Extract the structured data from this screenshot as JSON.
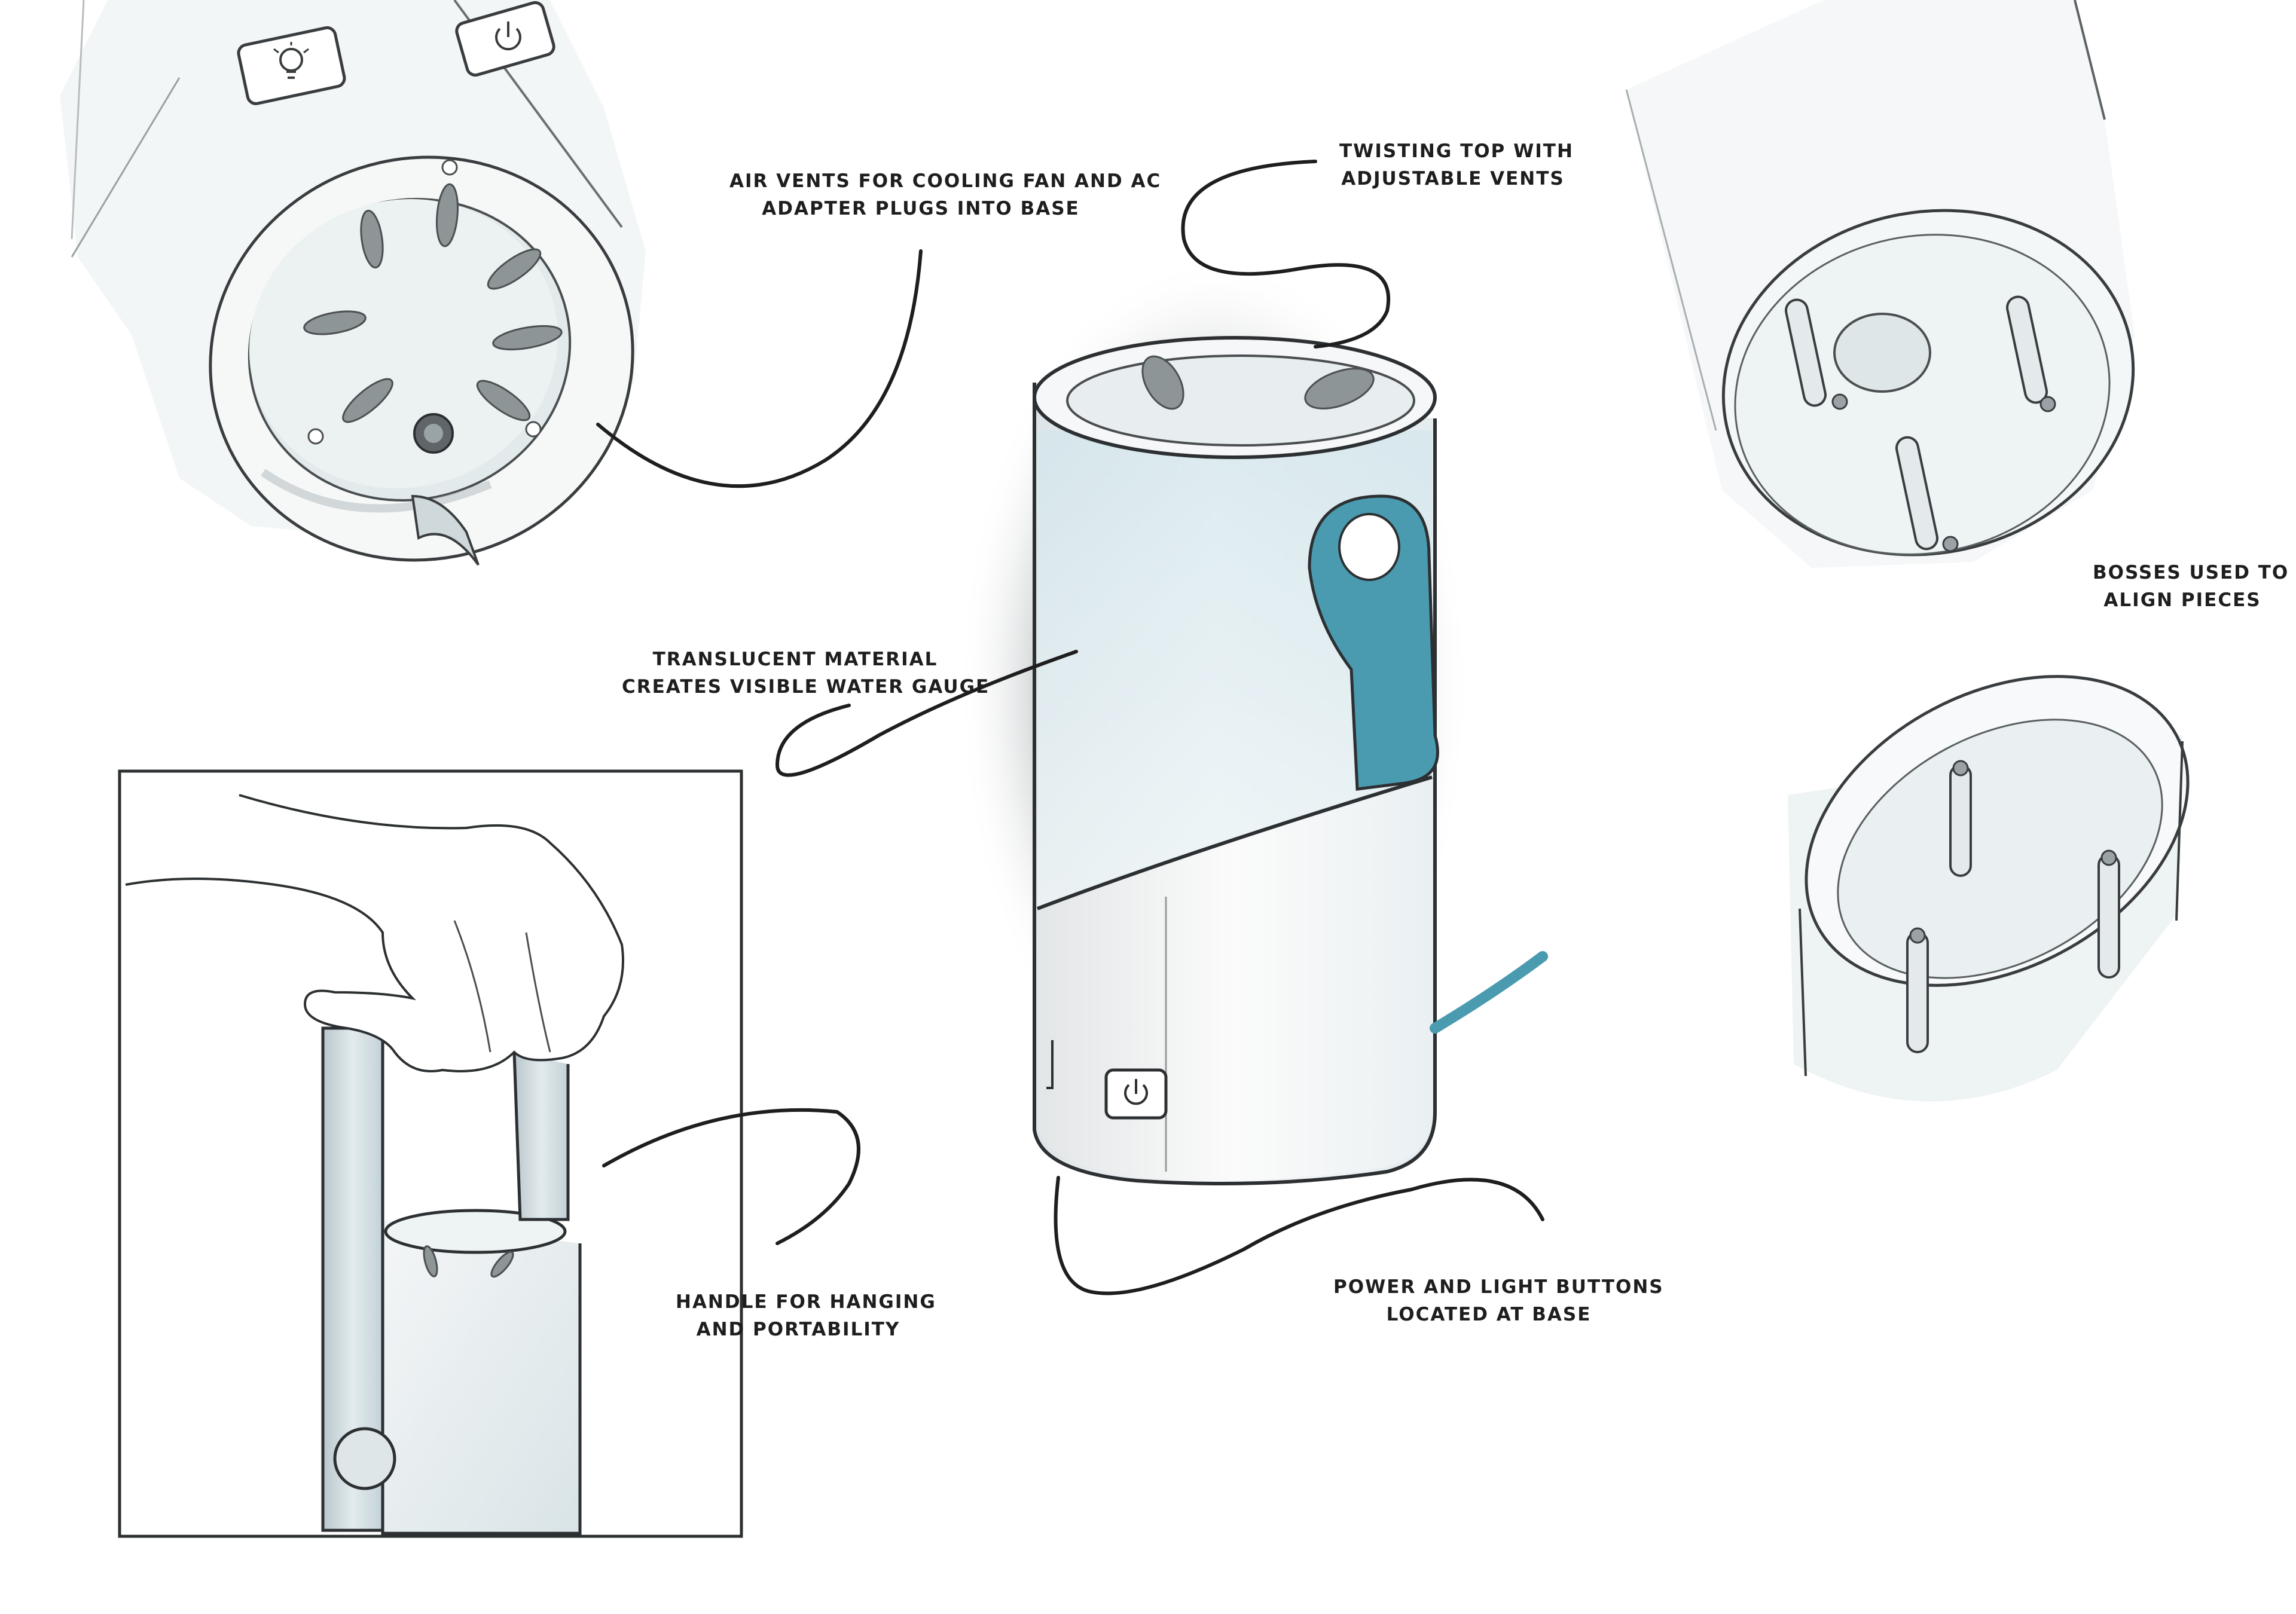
{
  "annotations": {
    "base_vents": {
      "line1": "AIR VENTS FOR COOLING FAN AND AC",
      "line2": "ADAPTER PLUGS INTO BASE"
    },
    "twisting_top": {
      "line1": "TWISTING TOP WITH",
      "line2": "ADJUSTABLE VENTS"
    },
    "translucent": {
      "line1": "TRANSLUCENT MATERIAL",
      "line2": "CREATES VISIBLE WATER GAUGE"
    },
    "bosses": {
      "line1": "BOSSES USED TO",
      "line2": "ALIGN PIECES"
    },
    "handle": {
      "line1": "HANDLE FOR HANGING",
      "line2": "AND PORTABILITY"
    },
    "buttons": {
      "line1": "POWER AND LIGHT BUTTONS",
      "line2": "LOCATED AT BASE"
    }
  },
  "icons": [
    "lightbulb-icon",
    "power-icon"
  ],
  "colors": {
    "ink": "#1e1e1e",
    "accent_teal": "#4a9bb0",
    "shadow_grey": "#8f9598",
    "body_tint": "#dfe9ec"
  }
}
